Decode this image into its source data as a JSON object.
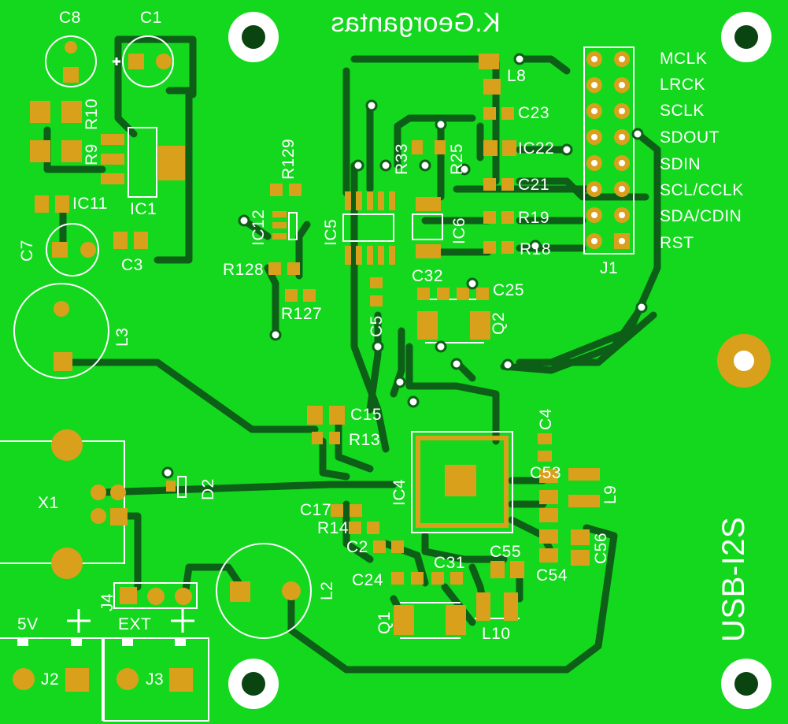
{
  "board": {
    "author_mirrored": "K.Georgantas",
    "title": "USB-I2S",
    "colors": {
      "copper": "#13d81d",
      "trace": "#0d5f18",
      "pad": "#d9a11b",
      "silk": "#ffffff",
      "edge": "#0a6b1a"
    }
  },
  "labels": {
    "C8": "C8",
    "C1": "C1",
    "R10": "R10",
    "R9": "R9",
    "IC1": "IC1",
    "IC11": "IC11",
    "C7": "C7",
    "C3": "C3",
    "L3": "L3",
    "R129": "R129",
    "IC12": "IC12",
    "IC5": "IC5",
    "R128": "R128",
    "R127": "R127",
    "C5": "C5",
    "R33": "R33",
    "R25": "R25",
    "IC6": "IC6",
    "C32": "C32",
    "C25": "C25",
    "Q2": "Q2",
    "L8": "L8",
    "C23": "C23",
    "IC22": "IC22",
    "C21": "C21",
    "R19": "R19",
    "R18": "R18",
    "J1": "J1",
    "C15": "C15",
    "R13": "R13",
    "C4": "C4",
    "C53": "C53",
    "L9": "L9",
    "IC4": "IC4",
    "D2": "D2",
    "C17": "C17",
    "R14": "R14",
    "C2": "C2",
    "C55": "C55",
    "C54": "C54",
    "C56": "C56",
    "C24": "C24",
    "C31": "C31",
    "L10": "L10",
    "Q1": "Q1",
    "L2": "L2",
    "X1": "X1",
    "J4": "J4",
    "5V": "5V",
    "EXT": "EXT",
    "J2": "J2",
    "J3": "J3",
    "plus1": "+",
    "plus2": "+"
  },
  "j1_pins": [
    "MCLK",
    "LRCK",
    "SCLK",
    "SDOUT",
    "SDIN",
    "SCL/CCLK",
    "SDA/CDIN",
    "RST"
  ]
}
